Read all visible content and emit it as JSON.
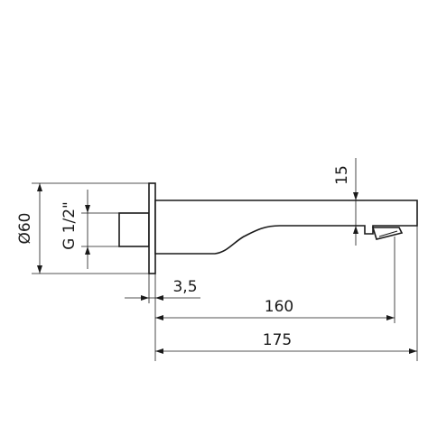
{
  "dimensions": {
    "diameter_label": "Ø60",
    "thread_label": "G 1/2\"",
    "flange_thickness_label": "3,5",
    "spout_length_label": "160",
    "overall_length_label": "175",
    "outlet_height_label": "15"
  },
  "colors": {
    "line": "#1a1a1a",
    "background": "#ffffff"
  }
}
